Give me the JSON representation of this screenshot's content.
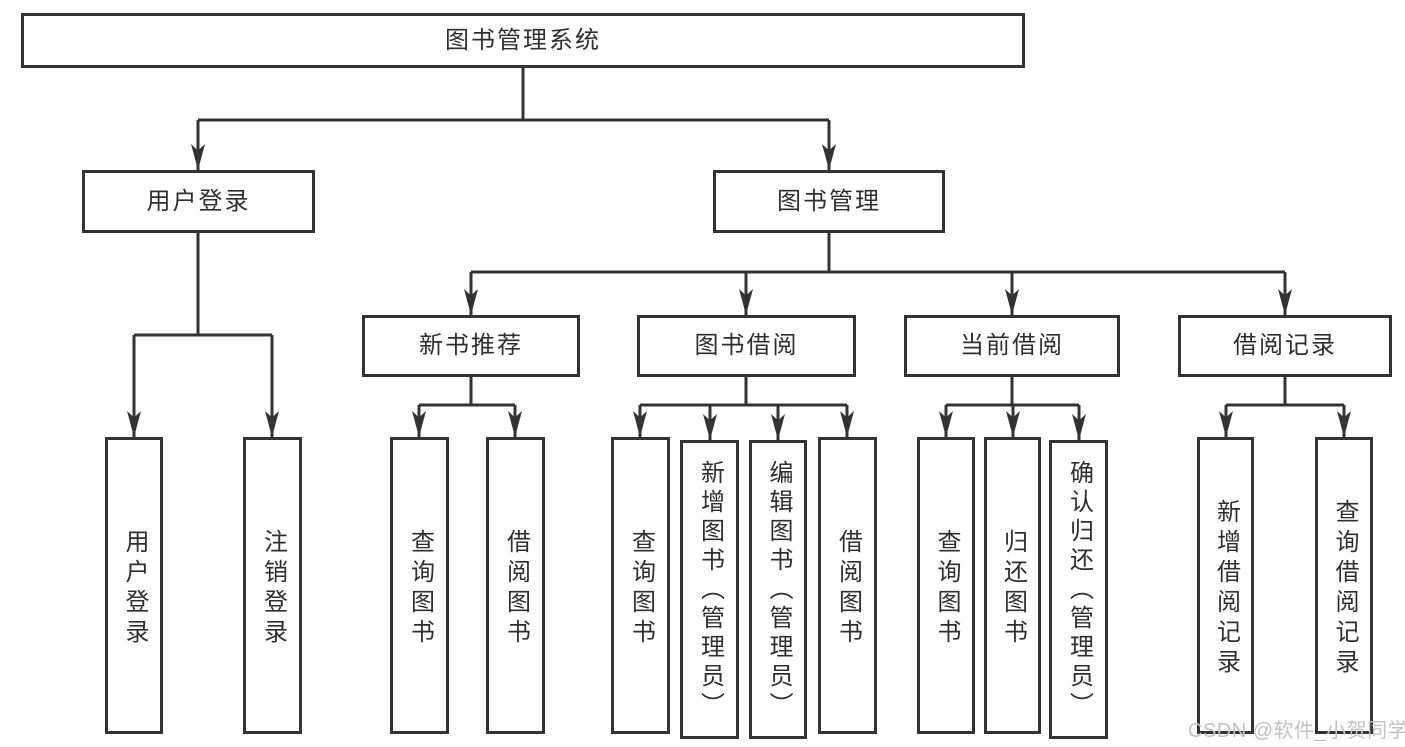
{
  "tree": {
    "label": "图书管理系统",
    "children": [
      {
        "label": "用户登录",
        "children": [
          {
            "label": "用户登录"
          },
          {
            "label": "注销登录"
          }
        ]
      },
      {
        "label": "图书管理",
        "children": [
          {
            "label": "新书推荐",
            "children": [
              {
                "label": "查询图书"
              },
              {
                "label": "借阅图书"
              }
            ]
          },
          {
            "label": "图书借阅",
            "children": [
              {
                "label": "查询图书"
              },
              {
                "label": "新增图书（管理员）"
              },
              {
                "label": "编辑图书（管理员）"
              },
              {
                "label": "借阅图书"
              }
            ]
          },
          {
            "label": "当前借阅",
            "children": [
              {
                "label": "查询图书"
              },
              {
                "label": "归还图书"
              },
              {
                "label": "确认归还（管理员）"
              }
            ]
          },
          {
            "label": "借阅记录",
            "children": [
              {
                "label": "新增借阅记录"
              },
              {
                "label": "查询借阅记录"
              }
            ]
          }
        ]
      }
    ]
  },
  "watermark": {
    "text": "CSDN @软件_小贺同学"
  },
  "colors": {
    "line": "#333333",
    "text": "#2f2f2f",
    "box-bg": "#ffffff",
    "watermark": "#c2c2c2",
    "background": "#ffffff"
  }
}
